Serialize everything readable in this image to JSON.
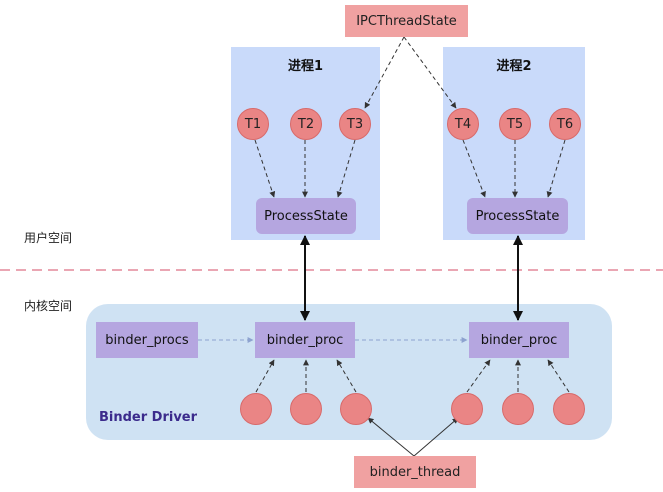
{
  "top_label": "IPCThreadState",
  "process1": {
    "title": "进程1",
    "threads": [
      "T1",
      "T2",
      "T3"
    ],
    "state": "ProcessState"
  },
  "process2": {
    "title": "进程2",
    "threads": [
      "T4",
      "T5",
      "T6"
    ],
    "state": "ProcessState"
  },
  "user_space_label": "用户空间",
  "kernel_space_label": "内核空间",
  "driver": {
    "label": "Binder Driver",
    "procs_label": "binder_procs",
    "proc1_label": "binder_proc",
    "proc2_label": "binder_proc"
  },
  "bottom_label": "binder_thread",
  "colors": {
    "process_bg": "#c9dafa",
    "thread": "#ea8585",
    "state_box": "#b5a6e0",
    "driver_bg": "#cfe2f3",
    "label_box": "#f0a1a1",
    "divider": "#e3889a"
  }
}
